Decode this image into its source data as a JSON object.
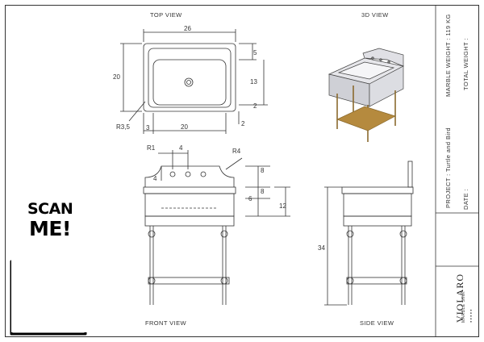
{
  "views": {
    "top": "TOP VIEW",
    "three_d": "3D VIEW",
    "front": "FRONT VIEW",
    "side": "SIDE VIEW"
  },
  "title_block": {
    "marble_weight": "MARBLE WEIGHT : 119 KG",
    "total_weight": "TOTAL WEIGHT :",
    "project": "PROJECT : Turtle and Bird",
    "date": "DATE :"
  },
  "dimensions": {
    "top": {
      "width_26": "26",
      "depth_20": "20",
      "d5": "5",
      "d13": "13",
      "d2a": "2",
      "d3": "3",
      "w20": "20",
      "d2b": "2",
      "r35": "R3,5"
    },
    "front": {
      "r1": "R1",
      "w4": "4",
      "h4": "4",
      "r4": "R4",
      "h8a": "8",
      "h8b": "8",
      "h6": "6",
      "h12": "12"
    },
    "side": {
      "h34": "34"
    }
  },
  "scan": {
    "line1": "SCAN",
    "line2": "ME!"
  },
  "brand": {
    "name": "VIOLARO",
    "sub": "MARBLE SINK"
  },
  "colors": {
    "line": "#333333",
    "brass": "#b58a3e",
    "marble": "#e6e6ea",
    "qr": "#000000"
  }
}
